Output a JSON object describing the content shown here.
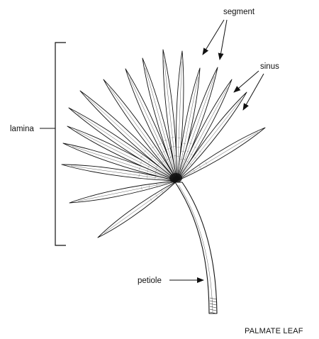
{
  "labels": {
    "segment": "segment",
    "sinus": "sinus",
    "lamina": "lamina",
    "petiole": "petiole"
  },
  "caption": "PALMATE LEAF",
  "colors": {
    "ink": "#111111",
    "paper": "#ffffff"
  }
}
